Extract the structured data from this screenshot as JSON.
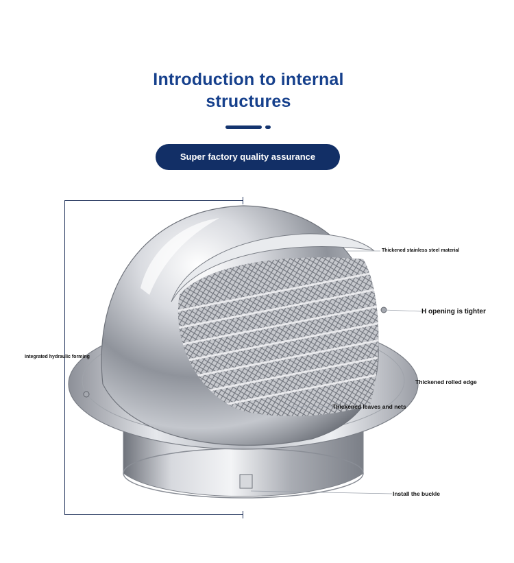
{
  "header": {
    "title_line1": "Introduction to internal",
    "title_line2": "structures",
    "badge": "Super factory quality assurance"
  },
  "callouts": {
    "material": "Thickened stainless steel material",
    "h_opening": "H opening is tighter",
    "hydraulic": "Integrated hydraulic forming",
    "rolled_edge": "Thickened rolled edge",
    "leaves_nets": "Thickened leaves and nets",
    "buckle": "Install the buckle"
  },
  "colors": {
    "title": "#16408c",
    "accent_dark": "#122f66",
    "steel": "#c9ccd2"
  }
}
